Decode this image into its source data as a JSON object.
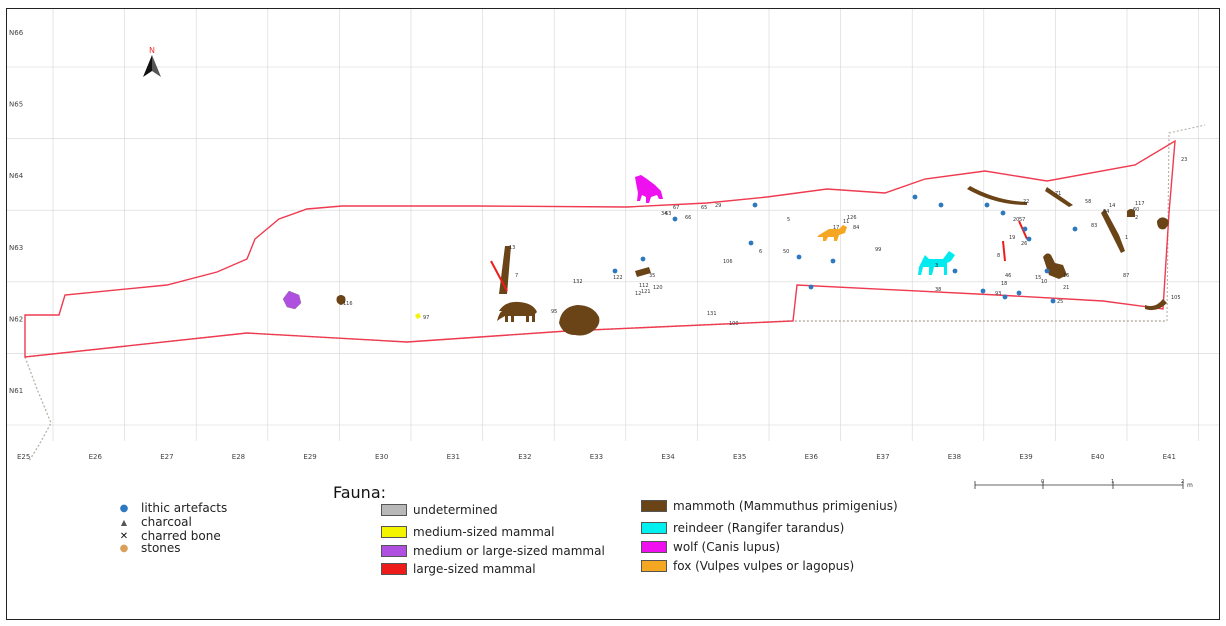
{
  "map": {
    "north_labels": [
      "N66",
      "N65",
      "N64",
      "N63",
      "N62",
      "N61"
    ],
    "east_labels": [
      "E25",
      "E26",
      "E27",
      "E28",
      "E29",
      "E30",
      "E31",
      "E32",
      "E33",
      "E34",
      "E35",
      "E36",
      "E37",
      "E38",
      "E39",
      "E40",
      "E41"
    ],
    "find_numbers": [
      "23",
      "10",
      "71",
      "29",
      "65",
      "66",
      "67",
      "63",
      "83",
      "50",
      "60",
      "84",
      "87",
      "93",
      "8",
      "99",
      "106",
      "1",
      "5",
      "22",
      "26",
      "3",
      "6",
      "7",
      "14",
      "94",
      "58",
      "57",
      "46",
      "18",
      "15",
      "16",
      "21",
      "20",
      "19",
      "13",
      "11",
      "2",
      "17",
      "38",
      "25",
      "35",
      "12",
      "131",
      "132",
      "95",
      "97",
      "100",
      "105",
      "117",
      "112",
      "120",
      "121",
      "122",
      "116",
      "126",
      "34"
    ]
  },
  "legend_symbols": [
    {
      "label": "lithic artefacts",
      "icon": "blue-dot-icon",
      "color": "#2e78c2",
      "glyph": "●"
    },
    {
      "label": "charcoal",
      "icon": "triangle-icon",
      "color": "#555555",
      "glyph": "▲"
    },
    {
      "label": "charred bone",
      "icon": "cross-icon",
      "color": "#111111",
      "glyph": "✕"
    },
    {
      "label": "stones",
      "icon": "orange-dot-icon",
      "color": "#d9a05b",
      "glyph": "●"
    }
  ],
  "fauna": {
    "title": "Fauna:",
    "left_items": [
      {
        "label": "undetermined",
        "color": "#b8b8b8"
      },
      {
        "label": "medium-sized mammal",
        "color": "#f4f400"
      },
      {
        "label": "medium or large-sized mammal",
        "color": "#b050e0"
      },
      {
        "label": "large-sized mammal",
        "color": "#ee1b1b"
      }
    ],
    "right_items": [
      {
        "label": "mammoth (Mammuthus primigenius)",
        "color": "#6a4316"
      },
      {
        "label": "reindeer (Rangifer tarandus)",
        "color": "#00f0f0"
      },
      {
        "label": "wolf (Canis lupus)",
        "color": "#ee10ee"
      },
      {
        "label": "fox (Vulpes vulpes or lagopus)",
        "color": "#f5a623"
      }
    ]
  },
  "scale": {
    "unit": "m",
    "tick_labels": [
      "0",
      "1",
      "2"
    ]
  },
  "colors": {
    "boundary": "#ef3a50",
    "grid": "#d6d6d6",
    "mammoth": "#6a4316",
    "reindeer": "#00eaf0",
    "wolf": "#ee10ee",
    "fox": "#f5a623",
    "lithic": "#2e78c2"
  }
}
